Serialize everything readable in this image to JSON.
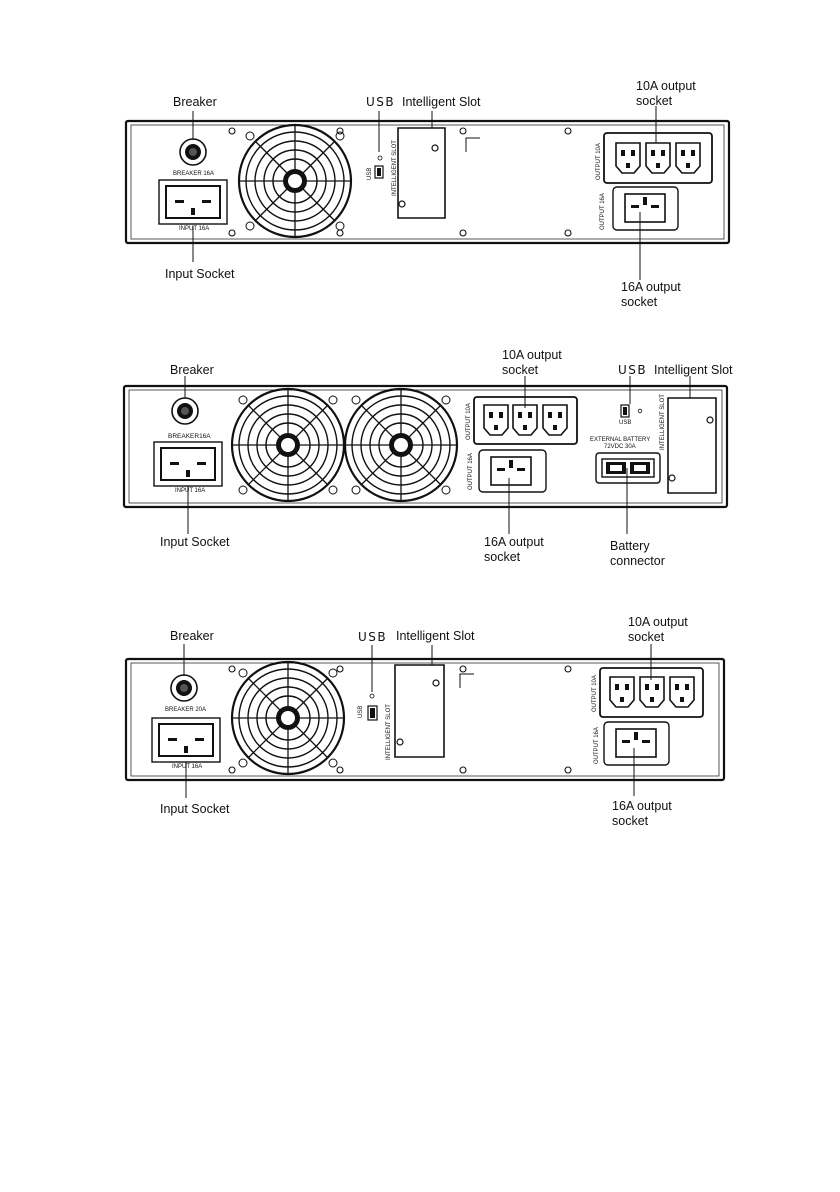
{
  "diagram1": {
    "breaker": "Breaker",
    "usb": "USB",
    "intelligent_slot": "Intelligent Slot",
    "out10_l1": "10A output",
    "out10_l2": "socket",
    "input_socket": "Input Socket",
    "out16_l1": "16A output",
    "out16_l2": "socket",
    "p_breaker": "BREAKER 16A",
    "p_input": "INPUT 16A",
    "p_usb": "USB",
    "p_slot": "INTELLIGENT SLOT",
    "p_out10": "OUTPUT 10A",
    "p_out16": "OUTPUT 16A"
  },
  "diagram2": {
    "breaker": "Breaker",
    "out10_l1": "10A output",
    "out10_l2": "socket",
    "usb": "USB",
    "intelligent_slot": "Intelligent Slot",
    "input_socket": "Input Socket",
    "out16_l1": "16A output",
    "out16_l2": "socket",
    "battery_l1": "Battery",
    "battery_l2": "connector",
    "p_breaker": "BREAKER16A",
    "p_input": "INPUT 16A",
    "p_usb": "USB",
    "p_slot": "INTELLIGENT SLOT",
    "p_out10": "OUTPUT 10A",
    "p_out16": "OUTPUT 16A",
    "p_ext1": "EXTERNAL BATTERY",
    "p_ext2": "72VDC 30A"
  },
  "diagram3": {
    "breaker": "Breaker",
    "usb": "USB",
    "intelligent_slot": "Intelligent Slot",
    "out10_l1": "10A output",
    "out10_l2": "socket",
    "input_socket": "Input Socket",
    "out16_l1": "16A output",
    "out16_l2": "socket",
    "p_breaker": "BREAKER 20A",
    "p_input": "INPUT 16A",
    "p_usb": "USB",
    "p_slot": "INTELLIGENT SLOT",
    "p_out10": "OUTPUT 10A",
    "p_out16": "OUTPUT 16A"
  }
}
